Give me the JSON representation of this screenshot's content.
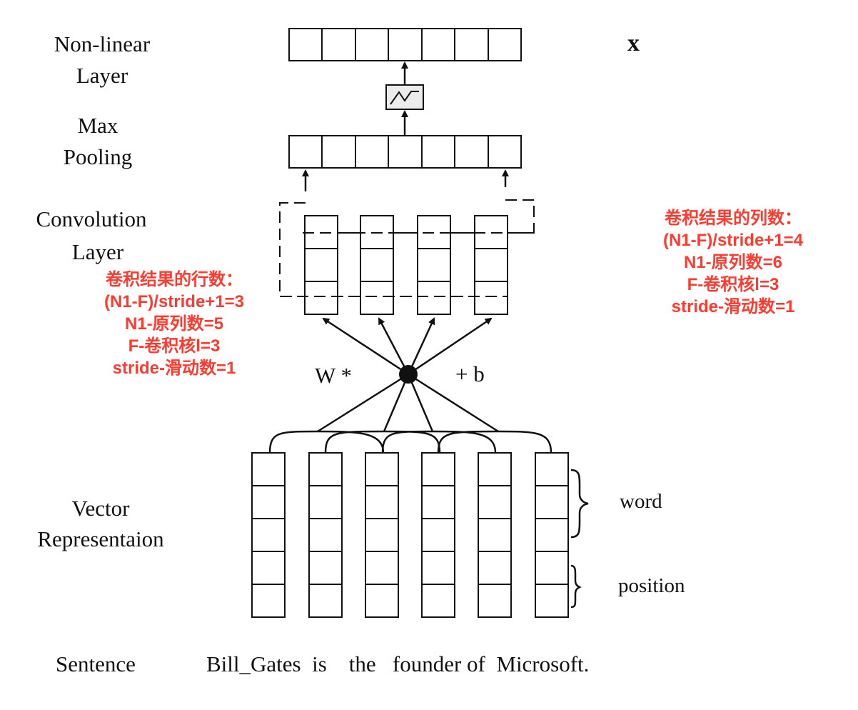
{
  "layers": {
    "nonlinear_line1": "Non-linear",
    "nonlinear_line2": "Layer",
    "x_label": "x",
    "maxpool_line1": "Max",
    "maxpool_line2": "Pooling",
    "conv_line1": "Convolution",
    "conv_line2": "Layer",
    "vector_line1": "Vector",
    "vector_line2": "Representaion"
  },
  "operation": {
    "weight": "W *",
    "bias": "+ b"
  },
  "braces": {
    "word": "word",
    "position": "position"
  },
  "sentence": {
    "label": "Sentence",
    "text": "Bill_Gates  is    the   founder of  Microsoft."
  },
  "notes": {
    "rows": [
      "卷积结果的行数：",
      "(N1-F)/stride+1=3",
      "N1-原列数=5",
      "F-卷积核l=3",
      "stride-滑动数=1"
    ],
    "cols": [
      "卷积结果的列数：",
      "(N1-F)/stride+1=4",
      "N1-原列数=6",
      "F-卷积核l=3",
      "stride-滑动数=1"
    ]
  },
  "colors": {
    "annotation": "#ff3b30",
    "stroke": "#111111"
  }
}
